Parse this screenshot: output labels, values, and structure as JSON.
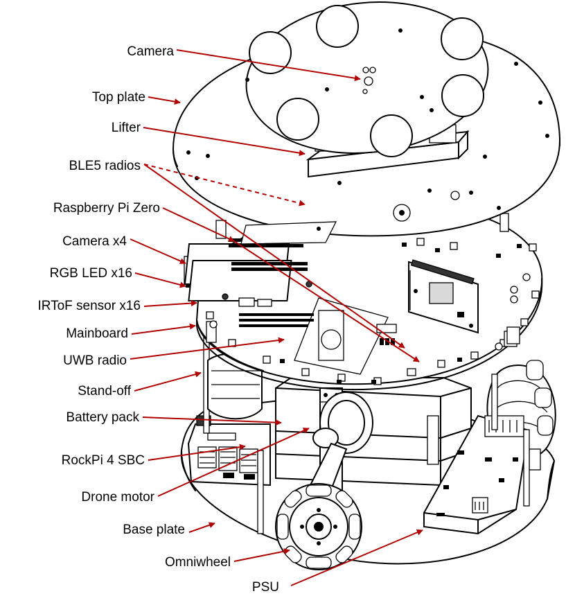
{
  "colors": {
    "leader": "#b00000",
    "ink": "#000000",
    "background": "#ffffff"
  },
  "labels": {
    "camera": "Camera",
    "top_plate": "Top plate",
    "lifter": "Lifter",
    "ble5_radios": "BLE5 radios",
    "raspberry_pi_zero": "Raspberry Pi Zero",
    "camera_x4": "Camera x4",
    "rgb_led_x16": "RGB LED x16",
    "irtof_sensor_x16": "IRToF sensor x16",
    "mainboard": "Mainboard",
    "uwb_radio": "UWB radio",
    "stand_off": "Stand-off",
    "battery_pack": "Battery pack",
    "rockpi_4_sbc": "RockPi 4 SBC",
    "drone_motor": "Drone motor",
    "base_plate": "Base plate",
    "omniwheel": "Omniwheel",
    "psu": "PSU"
  }
}
